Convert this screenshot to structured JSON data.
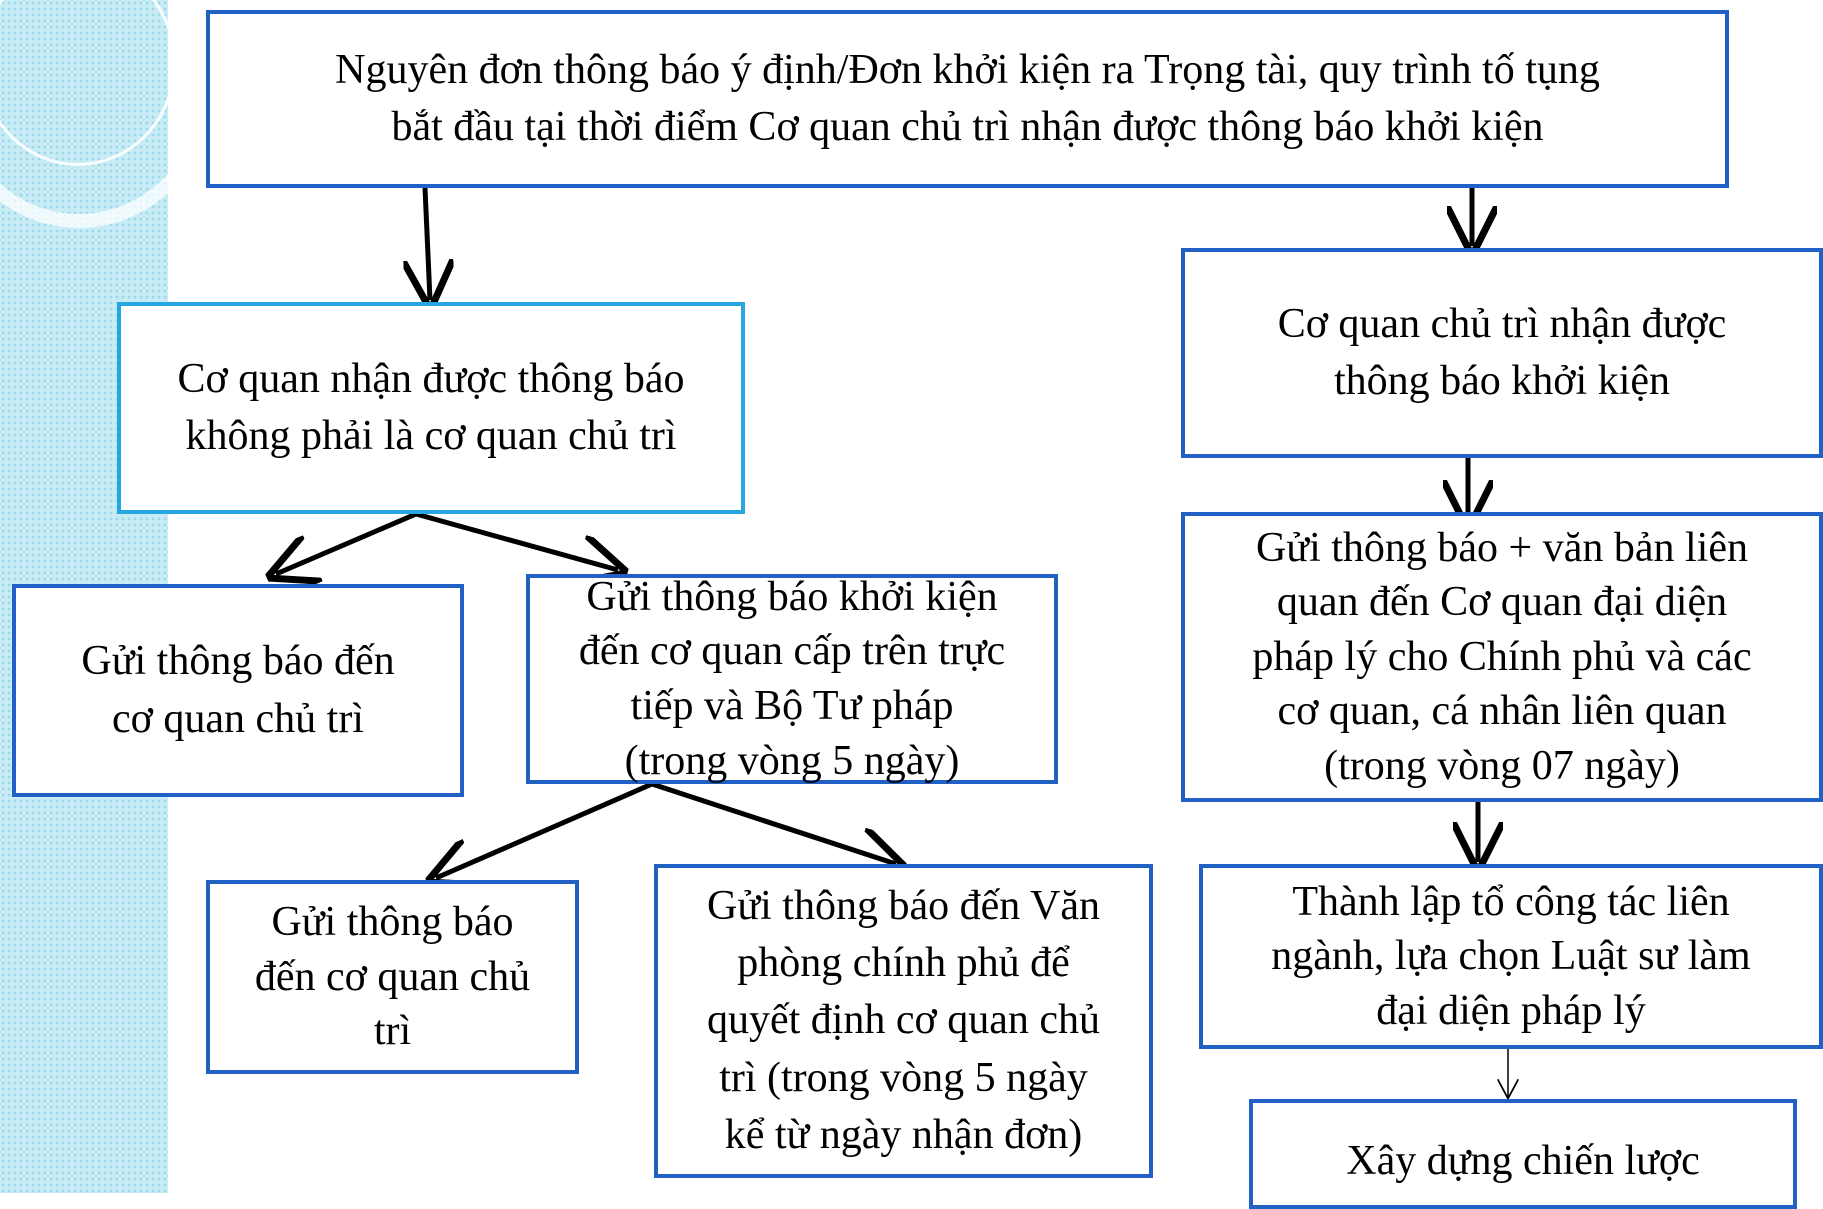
{
  "nodes": {
    "start": "Nguyên đơn thông báo ý định/Đơn khởi kiện ra Trọng tài, quy trình tố tụng\nbắt đầu tại thời điểm Cơ quan chủ trì nhận được thông báo khởi kiện",
    "not_host": "Cơ quan nhận được thông báo\nkhông phải là cơ quan chủ trì",
    "host_received": "Cơ quan chủ trì nhận được\nthông báo khởi kiện",
    "send_to_host": "Gửi thông báo đến\ncơ quan chủ trì",
    "send_superior": "Gửi thông báo khởi kiện\nđến cơ quan cấp trên trực\ntiếp và Bộ Tư pháp\n(trong vòng 5 ngày)",
    "send_docs": "Gửi thông báo + văn bản liên\nquan đến Cơ quan đại diện\npháp lý cho Chính phủ và các\ncơ quan, cá nhân liên quan\n(trong vòng 07 ngày)",
    "send_to_host_2": "Gửi thông báo\nđến cơ quan chủ\ntrì",
    "send_gov_office": "Gửi thông báo đến Văn\nphòng chính phủ để\nquyết định cơ quan chủ\ntrì (trong vòng 5 ngày\nkể từ ngày nhận đơn)",
    "task_force": "Thành lập tổ công tác liên\nngành, lựa chọn Luật sư làm\nđại diện pháp lý",
    "strategy": "Xây dựng chiến lược"
  },
  "colors": {
    "box_border": "#2160c4",
    "box_border_alt": "#27a7e1",
    "arrow": "#000000",
    "side_panel": "#c8ecf5"
  }
}
